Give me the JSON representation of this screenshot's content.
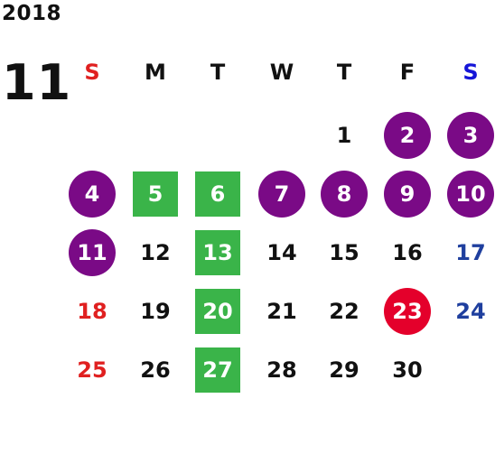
{
  "year": "2018",
  "month": "11",
  "colors": {
    "purple": "#7a0a86",
    "green": "#3ab449",
    "red_circle": "#e4002b",
    "sunday_text": "#e02020",
    "saturday_text": "#1f3f9e",
    "default_text": "#111111",
    "s_header_red": "#e02020",
    "s_header_blue": "#1515d8"
  },
  "weekdays": [
    {
      "label": "S",
      "style": "sunday"
    },
    {
      "label": "M",
      "style": "default"
    },
    {
      "label": "T",
      "style": "default"
    },
    {
      "label": "W",
      "style": "default"
    },
    {
      "label": "T",
      "style": "default"
    },
    {
      "label": "F",
      "style": "default"
    },
    {
      "label": "S",
      "style": "saturday"
    }
  ],
  "days": [
    {
      "label": "1",
      "row": 0,
      "col": 4,
      "mark": "none"
    },
    {
      "label": "2",
      "row": 0,
      "col": 5,
      "mark": "purple-circle"
    },
    {
      "label": "3",
      "row": 0,
      "col": 6,
      "mark": "purple-circle"
    },
    {
      "label": "4",
      "row": 1,
      "col": 0,
      "mark": "purple-circle"
    },
    {
      "label": "5",
      "row": 1,
      "col": 1,
      "mark": "green-square"
    },
    {
      "label": "6",
      "row": 1,
      "col": 2,
      "mark": "green-square"
    },
    {
      "label": "7",
      "row": 1,
      "col": 3,
      "mark": "purple-circle"
    },
    {
      "label": "8",
      "row": 1,
      "col": 4,
      "mark": "purple-circle"
    },
    {
      "label": "9",
      "row": 1,
      "col": 5,
      "mark": "purple-circle"
    },
    {
      "label": "10",
      "row": 1,
      "col": 6,
      "mark": "purple-circle"
    },
    {
      "label": "11",
      "row": 2,
      "col": 0,
      "mark": "purple-circle"
    },
    {
      "label": "12",
      "row": 2,
      "col": 1,
      "mark": "none"
    },
    {
      "label": "13",
      "row": 2,
      "col": 2,
      "mark": "green-square"
    },
    {
      "label": "14",
      "row": 2,
      "col": 3,
      "mark": "none"
    },
    {
      "label": "15",
      "row": 2,
      "col": 4,
      "mark": "none"
    },
    {
      "label": "16",
      "row": 2,
      "col": 5,
      "mark": "none"
    },
    {
      "label": "17",
      "row": 2,
      "col": 6,
      "mark": "saturday-text"
    },
    {
      "label": "18",
      "row": 3,
      "col": 0,
      "mark": "sunday-text"
    },
    {
      "label": "19",
      "row": 3,
      "col": 1,
      "mark": "none"
    },
    {
      "label": "20",
      "row": 3,
      "col": 2,
      "mark": "green-square"
    },
    {
      "label": "21",
      "row": 3,
      "col": 3,
      "mark": "none"
    },
    {
      "label": "22",
      "row": 3,
      "col": 4,
      "mark": "none"
    },
    {
      "label": "23",
      "row": 3,
      "col": 5,
      "mark": "red-circle"
    },
    {
      "label": "24",
      "row": 3,
      "col": 6,
      "mark": "saturday-text"
    },
    {
      "label": "25",
      "row": 4,
      "col": 0,
      "mark": "sunday-text"
    },
    {
      "label": "26",
      "row": 4,
      "col": 1,
      "mark": "none"
    },
    {
      "label": "27",
      "row": 4,
      "col": 2,
      "mark": "green-square"
    },
    {
      "label": "28",
      "row": 4,
      "col": 3,
      "mark": "none"
    },
    {
      "label": "29",
      "row": 4,
      "col": 4,
      "mark": "none"
    },
    {
      "label": "30",
      "row": 4,
      "col": 5,
      "mark": "none"
    }
  ]
}
